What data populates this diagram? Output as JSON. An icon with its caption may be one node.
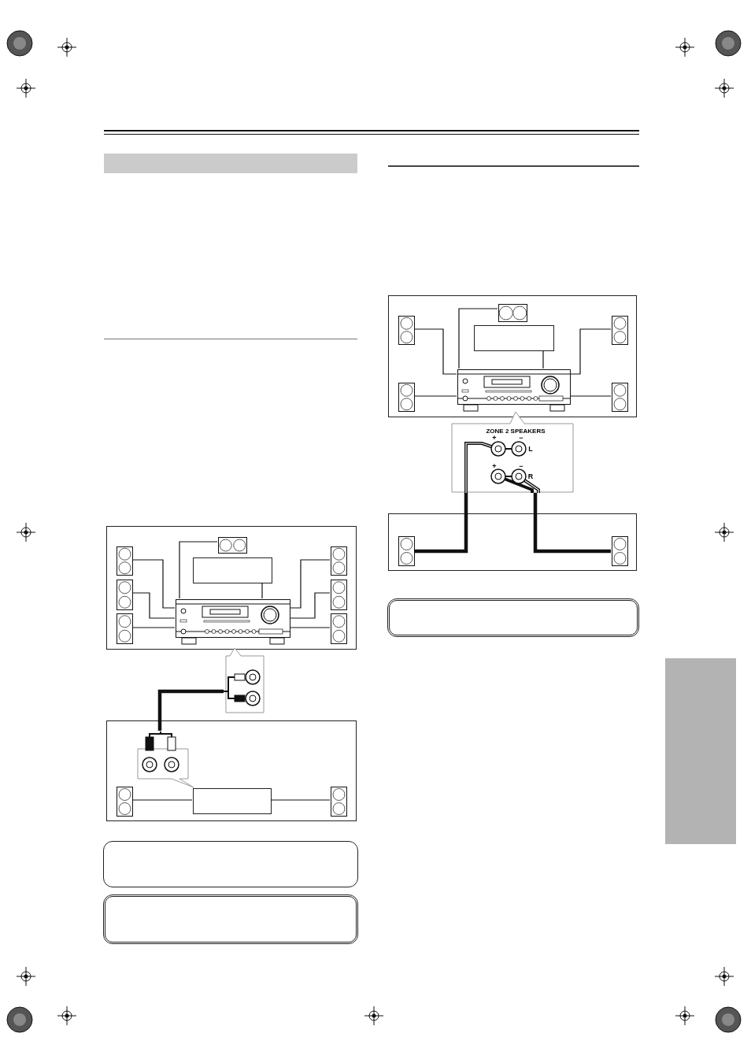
{
  "diagram": {
    "nodes": [
      {
        "text": [],
        "shape": "box"
      },
      {
        "text": [],
        "shape": "speaker",
        "in": 0
      },
      {
        "text": [],
        "shape": "box",
        "in": 0
      },
      {
        "text": [],
        "shape": "picture",
        "in": 0
      },
      {
        "text": [],
        "shape": "speaker",
        "in": 0
      },
      {
        "text": [],
        "shape": "speaker",
        "in": 0
      },
      {
        "text": [],
        "shape": "speaker",
        "in": 0
      },
      {
        "text": [],
        "shape": "speaker",
        "in": 0
      },
      {
        "text": [],
        "shape": "speaker",
        "in": 0
      },
      {
        "text": [],
        "shape": "speaker",
        "in": 0
      },
      {
        "text": [],
        "shape": "callout"
      },
      {
        "text": [],
        "shape": "box"
      },
      {
        "text": [],
        "shape": "callout",
        "in": 11
      },
      {
        "text": [],
        "shape": "box",
        "in": 11
      },
      {
        "text": [],
        "shape": "speaker",
        "in": 11
      },
      {
        "text": [],
        "shape": "speaker",
        "in": 11
      },
      {
        "text": [],
        "shape": "box"
      },
      {
        "text": [],
        "shape": "box"
      },
      {
        "text": [],
        "shape": "box"
      },
      {
        "text": [],
        "shape": "speaker",
        "in": 18
      },
      {
        "text": [],
        "shape": "box",
        "in": 18
      },
      {
        "text": [],
        "shape": "picture",
        "in": 18
      },
      {
        "text": [],
        "shape": "speaker",
        "in": 18
      },
      {
        "text": [],
        "shape": "speaker",
        "in": 18
      },
      {
        "text": [],
        "shape": "speaker",
        "in": 18
      },
      {
        "text": [],
        "shape": "speaker",
        "in": 18
      },
      {
        "text": [
          "ZONE 2 SPEAKERS",
          "+",
          "−",
          "L",
          "+",
          "−",
          "R"
        ]
      },
      {
        "text": [],
        "shape": "box"
      },
      {
        "text": [],
        "shape": "speaker",
        "in": 27
      },
      {
        "text": [],
        "shape": "speaker",
        "in": 27
      },
      {
        "text": [],
        "shape": "box"
      },
      {
        "text": [],
        "shape": "bar"
      },
      {
        "text": [],
        "shape": "bar"
      }
    ],
    "edges": [
      {
        "from": 1,
        "to": 3,
        "arrow": "none"
      },
      {
        "from": 2,
        "to": 3,
        "arrow": "none"
      },
      {
        "from": 4,
        "to": 3,
        "arrow": "none"
      },
      {
        "from": 5,
        "to": 3,
        "arrow": "none"
      },
      {
        "from": 6,
        "to": 3,
        "arrow": "none"
      },
      {
        "from": 7,
        "to": 3,
        "arrow": "none"
      },
      {
        "from": 8,
        "to": 3,
        "arrow": "none"
      },
      {
        "from": 9,
        "to": 3,
        "arrow": "none"
      },
      {
        "from": 10,
        "to": 12,
        "arrow": "none",
        "style": "thick"
      },
      {
        "from": 13,
        "to": 14,
        "arrow": "none"
      },
      {
        "from": 13,
        "to": 15,
        "arrow": "none"
      },
      {
        "from": 19,
        "to": 21,
        "arrow": "none"
      },
      {
        "from": 20,
        "to": 21,
        "arrow": "none"
      },
      {
        "from": 22,
        "to": 21,
        "arrow": "none"
      },
      {
        "from": 23,
        "to": 21,
        "arrow": "none"
      },
      {
        "from": 24,
        "to": 21,
        "arrow": "none"
      },
      {
        "from": 25,
        "to": 21,
        "arrow": "none"
      },
      {
        "from": 26,
        "to": 28,
        "arrow": "none",
        "style": "thick"
      },
      {
        "from": 26,
        "to": 29,
        "arrow": "none",
        "style": "thick"
      }
    ]
  }
}
